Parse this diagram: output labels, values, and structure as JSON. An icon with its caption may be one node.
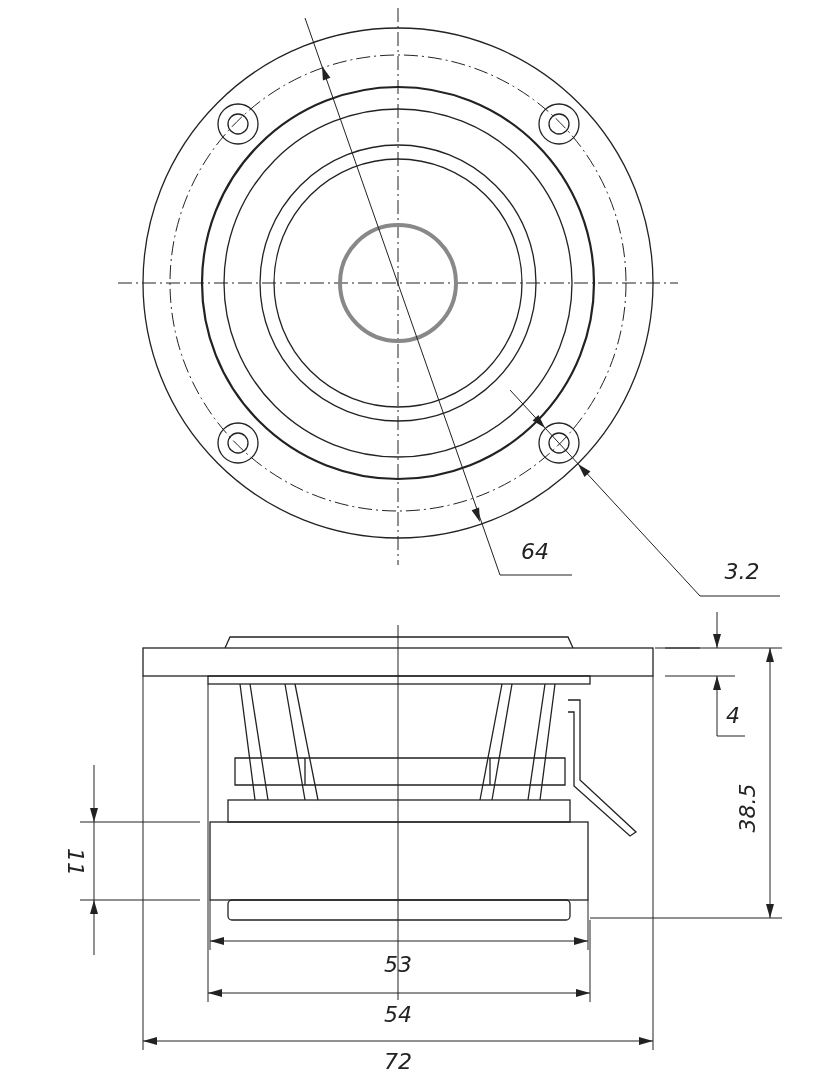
{
  "diagram": {
    "labels": [
      "64",
      "3.2",
      "4",
      "38.5",
      "11",
      "53",
      "54",
      "72"
    ]
  }
}
